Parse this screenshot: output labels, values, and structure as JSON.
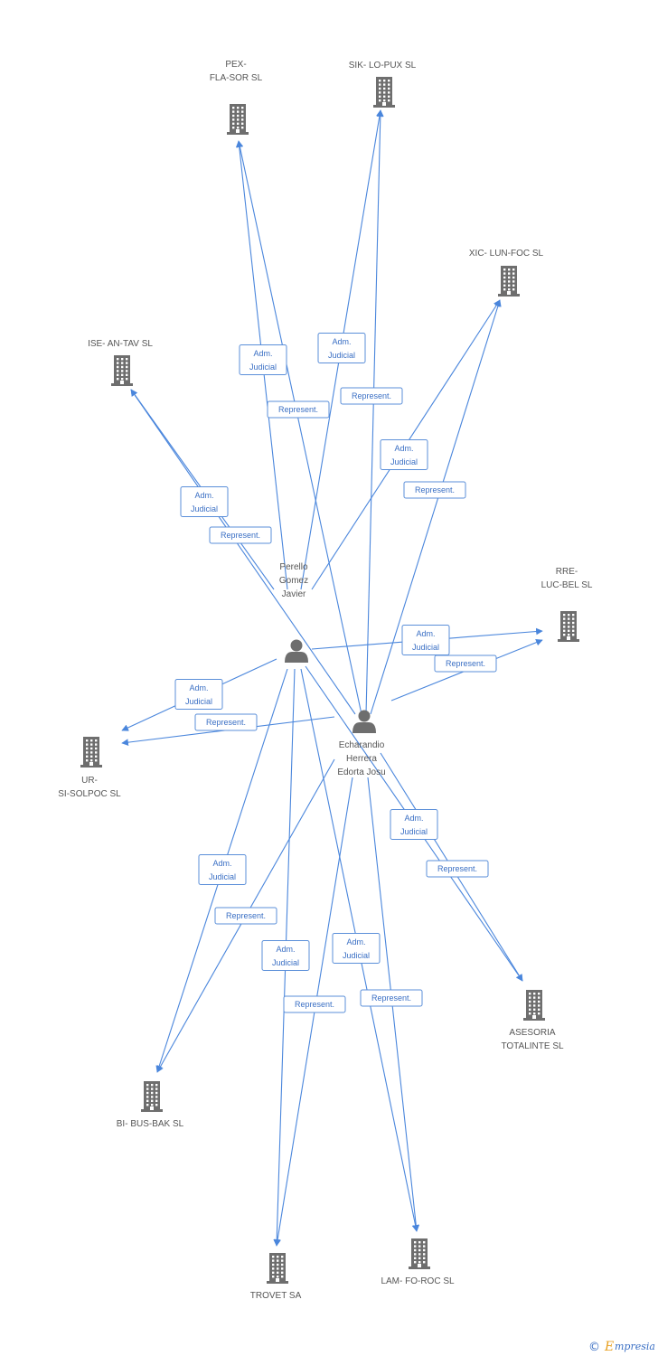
{
  "people": [
    {
      "id": "perello",
      "label_lines": [
        "Perello",
        "Gomez",
        "Javier"
      ]
    },
    {
      "id": "echarandio",
      "label_lines": [
        "Echarandio",
        "Herrera",
        "Edorta Josu"
      ]
    }
  ],
  "companies": [
    {
      "id": "pex",
      "label_lines": [
        "PEX-",
        "FLA-SOR SL"
      ]
    },
    {
      "id": "sik",
      "label_lines": [
        "SIK- LO-PUX SL"
      ]
    },
    {
      "id": "xic",
      "label_lines": [
        "XIC- LUN-FOC SL"
      ]
    },
    {
      "id": "ise",
      "label_lines": [
        "ISE- AN-TAV SL"
      ]
    },
    {
      "id": "rre",
      "label_lines": [
        "RRE-",
        "LUC-BEL SL"
      ]
    },
    {
      "id": "ur",
      "label_lines": [
        "UR-",
        "SI-SOLPOC SL"
      ]
    },
    {
      "id": "asesoria",
      "label_lines": [
        "ASESORIA",
        "TOTALINTE SL"
      ]
    },
    {
      "id": "bi",
      "label_lines": [
        "BI- BUS-BAK SL"
      ]
    },
    {
      "id": "trovet",
      "label_lines": [
        "TROVET SA"
      ]
    },
    {
      "id": "lam",
      "label_lines": [
        "LAM- FO-ROC SL"
      ]
    }
  ],
  "edges": [
    {
      "from": "perello",
      "to": "pex",
      "label_lines": [
        "Adm.",
        "Judicial"
      ]
    },
    {
      "from": "echarandio",
      "to": "pex",
      "label_lines": [
        "Represent."
      ]
    },
    {
      "from": "perello",
      "to": "sik",
      "label_lines": [
        "Adm.",
        "Judicial"
      ]
    },
    {
      "from": "echarandio",
      "to": "sik",
      "label_lines": [
        "Represent."
      ]
    },
    {
      "from": "perello",
      "to": "xic",
      "label_lines": [
        "Adm.",
        "Judicial"
      ]
    },
    {
      "from": "echarandio",
      "to": "xic",
      "label_lines": [
        "Represent."
      ]
    },
    {
      "from": "perello",
      "to": "ise",
      "label_lines": [
        "Adm.",
        "Judicial"
      ]
    },
    {
      "from": "echarandio",
      "to": "ise",
      "label_lines": [
        "Represent."
      ]
    },
    {
      "from": "perello",
      "to": "rre",
      "label_lines": [
        "Adm.",
        "Judicial"
      ]
    },
    {
      "from": "echarandio",
      "to": "rre",
      "label_lines": [
        "Represent."
      ]
    },
    {
      "from": "perello",
      "to": "ur",
      "label_lines": [
        "Adm.",
        "Judicial"
      ]
    },
    {
      "from": "echarandio",
      "to": "ur",
      "label_lines": [
        "Represent."
      ]
    },
    {
      "from": "perello",
      "to": "asesoria",
      "label_lines": [
        "Adm.",
        "Judicial"
      ]
    },
    {
      "from": "echarandio",
      "to": "asesoria",
      "label_lines": [
        "Represent."
      ]
    },
    {
      "from": "perello",
      "to": "bi",
      "label_lines": [
        "Adm.",
        "Judicial"
      ]
    },
    {
      "from": "echarandio",
      "to": "bi",
      "label_lines": [
        "Represent."
      ]
    },
    {
      "from": "perello",
      "to": "trovet",
      "label_lines": [
        "Adm.",
        "Judicial"
      ]
    },
    {
      "from": "echarandio",
      "to": "trovet",
      "label_lines": [
        "Represent."
      ]
    },
    {
      "from": "perello",
      "to": "lam",
      "label_lines": [
        "Adm.",
        "Judicial"
      ]
    },
    {
      "from": "echarandio",
      "to": "lam",
      "label_lines": [
        "Represent."
      ]
    }
  ],
  "watermark": {
    "copyright": "©",
    "brand_initial": "E",
    "brand_rest": "mpresia"
  },
  "colors": {
    "edge": "#4a86dc",
    "label_text": "#3a6fc4",
    "icon": "#6e6e6e",
    "node_text": "#555555"
  },
  "icons": {
    "person": "person-icon",
    "company": "building-icon"
  }
}
